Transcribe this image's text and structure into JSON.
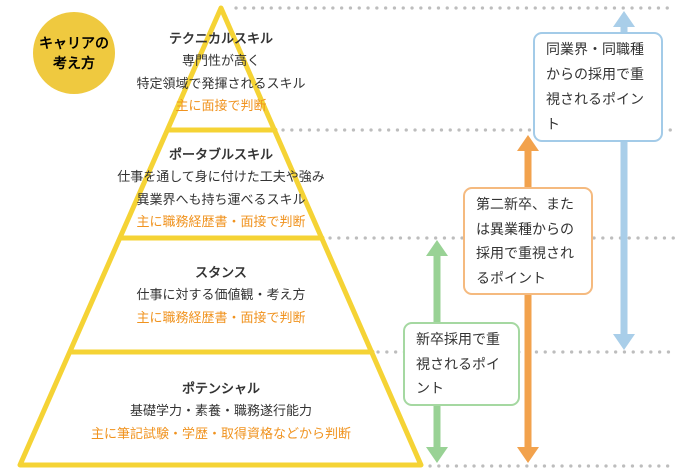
{
  "badge": {
    "label": "キャリアの\n考え方"
  },
  "pyramid": {
    "tiers": [
      {
        "title": "テクニカルスキル",
        "description": "専門性が高く\n特定領域で発揮されるスキル",
        "judgement": "主に面接で判断"
      },
      {
        "title": "ポータブルスキル",
        "description": "仕事を通して身に付けた工夫や強み\n異業界へも持ち運べるスキル",
        "judgement": "主に職務経歴書・面接で判断"
      },
      {
        "title": "スタンス",
        "description": "仕事に対する価値観・考え方",
        "judgement": "主に職務経歴書・面接で判断"
      },
      {
        "title": "ポテンシャル",
        "description": "基礎学力・素養・職務遂行能力",
        "judgement": "主に筆記試験・学歴・取得資格などから判断"
      }
    ]
  },
  "annotations": {
    "same_industry": {
      "text": "同業界・同職種\nからの採用で重\n視されるポイント"
    },
    "career_change": {
      "text": "第二新卒、また\nは異業種からの\n採用で重視され\nるポイント"
    },
    "new_grad": {
      "text": "新卒採用で重\n視されるポイント"
    }
  },
  "colors": {
    "pyramid_yellow": "#F5D335",
    "badge_yellow": "#EFC93F",
    "badge_text": "#FFFFFF",
    "dot_gray": "#BDBDBD",
    "arrow_blue": "#A9CEE9",
    "arrow_orange": "#F2A24D",
    "arrow_green": "#99D295",
    "box_border_blue": "#A3CBE8",
    "box_border_orange": "#F5BA7F",
    "box_border_green": "#A5D8A1",
    "judgement_orange": "#F0931F",
    "text_dark": "#333333"
  }
}
